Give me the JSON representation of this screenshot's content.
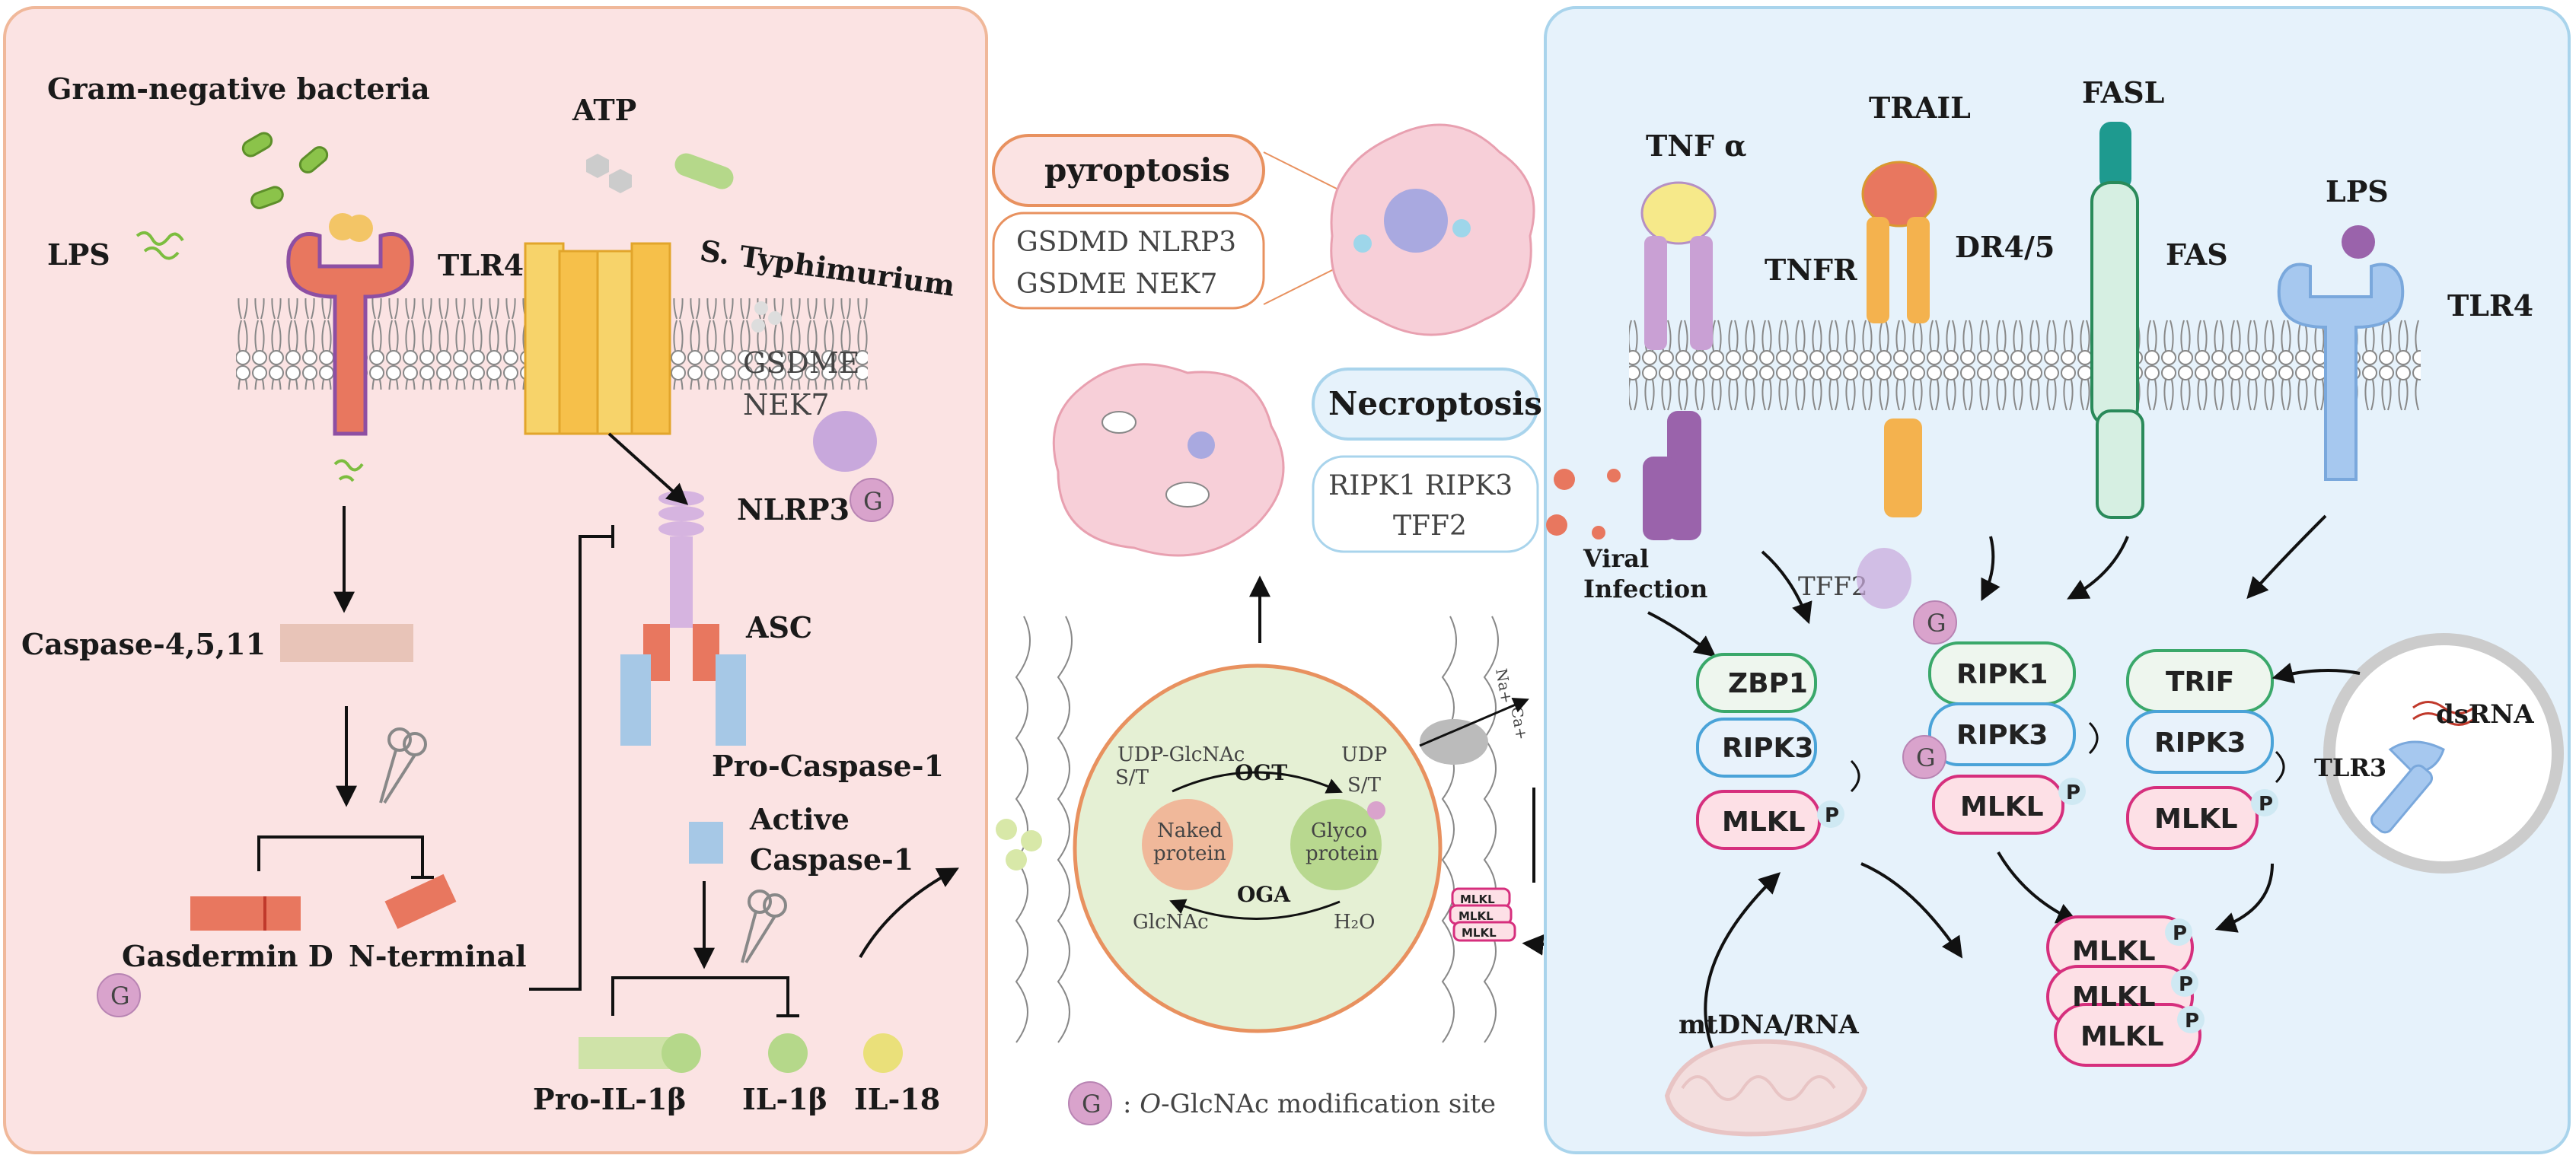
{
  "left_panel": {
    "gram_neg": "Gram-negative bacteria",
    "lps": "LPS",
    "tlr4": "TLR4",
    "atp": "ATP",
    "s_typhi": "S. Typhimurium",
    "gsdme": "GSDME",
    "nek7": "NEK7",
    "nlrp3": "NLRP3",
    "asc": "ASC",
    "caspase4511": "Caspase-4,5,11",
    "pro_casp1": "Pro-Caspase-1",
    "active_casp1_a": "Active",
    "active_casp1_b": "Caspase-1",
    "gasdermin": "Gasdermin D",
    "nterm": "N-terminal",
    "pro_il1b": "Pro-IL-1β",
    "il1b": "IL-1β",
    "il18": "IL-18"
  },
  "middle": {
    "pyroptosis": "pyroptosis",
    "pyro_genes_1": "GSDMD  NLRP3",
    "pyro_genes_2": "GSDME  NEK7",
    "necroptosis": "Necroptosis",
    "necro_genes_1": "RIPK1  RIPK3",
    "necro_genes_2": "TFF2",
    "udp_glcnac": "UDP-GlcNAc",
    "st_left": "S/T",
    "ogt": "OGT",
    "udp": "UDP",
    "st_right": "S/T",
    "naked_1": "Naked",
    "naked_2": "protein",
    "glyco_1": "Glyco",
    "glyco_2": "protein",
    "oga": "OGA",
    "glcnac": "GlcNAc",
    "h2o": "H₂O",
    "na": "Na+",
    "ca": "Ca+",
    "mlkl_small": "MLKL",
    "legend_g": "G",
    "legend_text_italic": "O",
    "legend_text": "-GlcNAc modification site"
  },
  "right_panel": {
    "tnfa": "TNF α",
    "tnfr": "TNFR",
    "trail": "TRAIL",
    "dr45": "DR4/5",
    "fasl": "FASL",
    "fas": "FAS",
    "lps": "LPS",
    "tlr4": "TLR4",
    "viral_1": "Viral",
    "viral_2": "Infection",
    "tff2": "TFF2",
    "zbp1": "ZBP1",
    "ripk3": "RIPK3",
    "mlkl": "MLKL",
    "ripk1": "RIPK1",
    "trif": "TRIF",
    "tlr3": "TLR3",
    "dsrna": "dsRNA",
    "mtdna": "mtDNA/RNA",
    "p": "P",
    "g": "G"
  },
  "colors": {
    "left_bg": "#fbe3e3",
    "left_border": "#f0b89a",
    "right_bg": "#e6f2fb",
    "right_border": "#a9d4ec",
    "g_circle": "#d9a3cc",
    "green_box": "#3aa86a",
    "blue_box": "#4aa3d8",
    "pink_box": "#d62f7d"
  }
}
